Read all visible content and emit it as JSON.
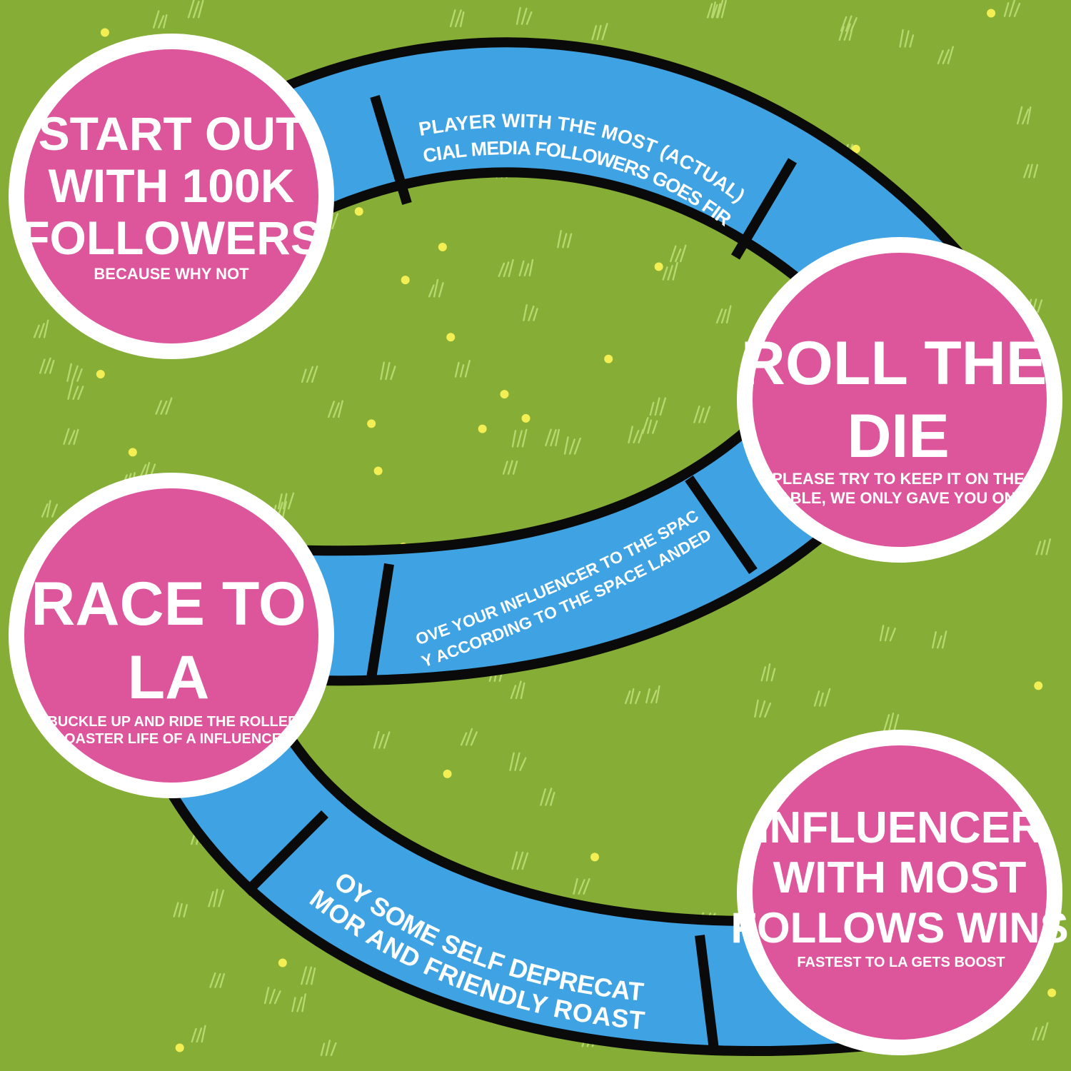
{
  "colors": {
    "grass": "#86ad35",
    "grass_blade": "#b7d870",
    "dot": "#f4ee55",
    "track": "#3fa2e3",
    "outline": "#0a0a0a",
    "circle_fill": "#dd559b",
    "circle_ring": "#ffffff"
  },
  "steps": [
    {
      "title_lines": [
        "START OUT",
        "WITH 100K",
        "FOLLOWERS"
      ],
      "subtitle_lines": [
        "BECAUSE WHY NOT"
      ]
    },
    {
      "title_lines": [
        "ROLL THE",
        "DIE"
      ],
      "subtitle_lines": [
        "PLEASE TRY TO KEEP IT ON THE",
        "TABLE, WE ONLY GAVE YOU ONE"
      ]
    },
    {
      "title_lines": [
        "RACE TO",
        "LA"
      ],
      "subtitle_lines": [
        "BUCKLE UP AND RIDE THE ROLLER",
        "COASTER LIFE OF A INFLUENCER"
      ]
    },
    {
      "title_lines": [
        "INFLUENCER",
        "WITH MOST",
        "FOLLOWS WINS"
      ],
      "subtitle_lines": [
        "FASTEST TO LA GETS BOOST"
      ]
    }
  ],
  "track_notes": [
    {
      "lines": [
        "PLAYER WITH THE MOST (ACTUAL)",
        "SOCIAL MEDIA FOLLOWERS GOES FIRST"
      ]
    },
    {
      "lines": [
        "MOVE YOUR INFLUENCER TO THE SPACE",
        "PLAY ACCORDING TO THE SPACE LANDED ON"
      ]
    },
    {
      "lines": [
        "ENJOY SOME SELF DEPRECATJNG",
        "HUMOR AND FRIENDLY ROASTING"
      ]
    }
  ]
}
